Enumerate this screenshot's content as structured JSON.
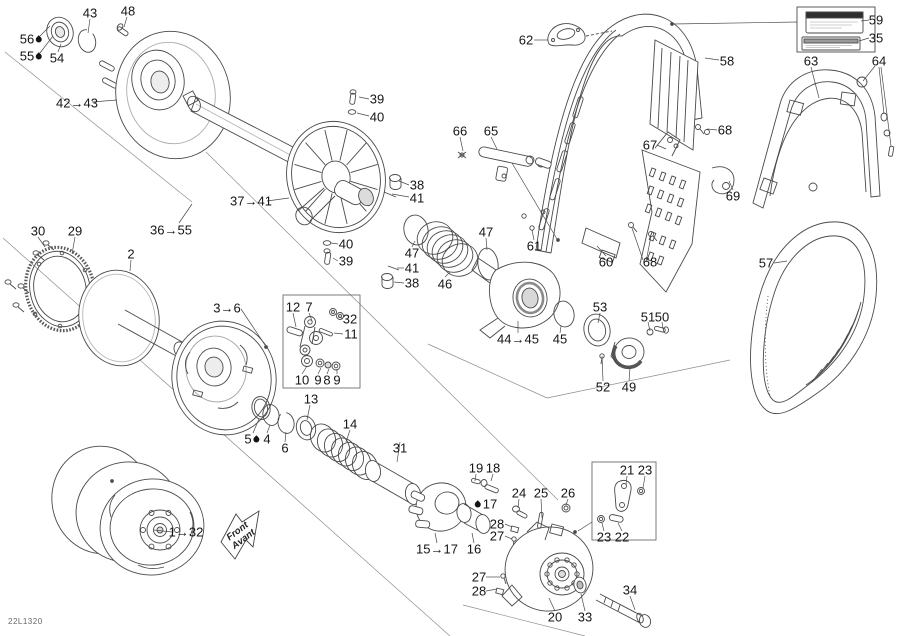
{
  "document": {
    "drawing_code": "22L1320",
    "front_arrow": {
      "line1": "Front",
      "line2": "Avant"
    }
  },
  "icons": {
    "lubricant_drop": "black teardrop symbol",
    "front_direction_arrow": "arrow pointing front-left"
  },
  "colors": {
    "background": "#ffffff",
    "line": "#4a4a4a",
    "text": "#151515"
  },
  "part_labels": [
    "43",
    "48",
    "56",
    "55",
    "54",
    "42→43",
    "39",
    "40",
    "66",
    "65",
    "62",
    "58",
    "59",
    "35",
    "63",
    "64",
    "68",
    "67",
    "69",
    "37→41",
    "38",
    "41",
    "30",
    "29",
    "36→55",
    "40",
    "39",
    "47",
    "41",
    "38",
    "46",
    "47",
    "61",
    "60",
    "68",
    "57",
    "2",
    "3→6",
    "12",
    "7",
    "32",
    "11",
    "10",
    "9",
    "8",
    "9",
    "13",
    "44→45",
    "45",
    "53",
    "51",
    "50",
    "52",
    "49",
    "5",
    "4",
    "6",
    "14",
    "31",
    "19",
    "18",
    "21",
    "23",
    "24",
    "25",
    "26",
    "17",
    "28",
    "27",
    "23",
    "22",
    "15→17",
    "16",
    "27",
    "28",
    "20",
    "33",
    "34",
    "1→32"
  ]
}
